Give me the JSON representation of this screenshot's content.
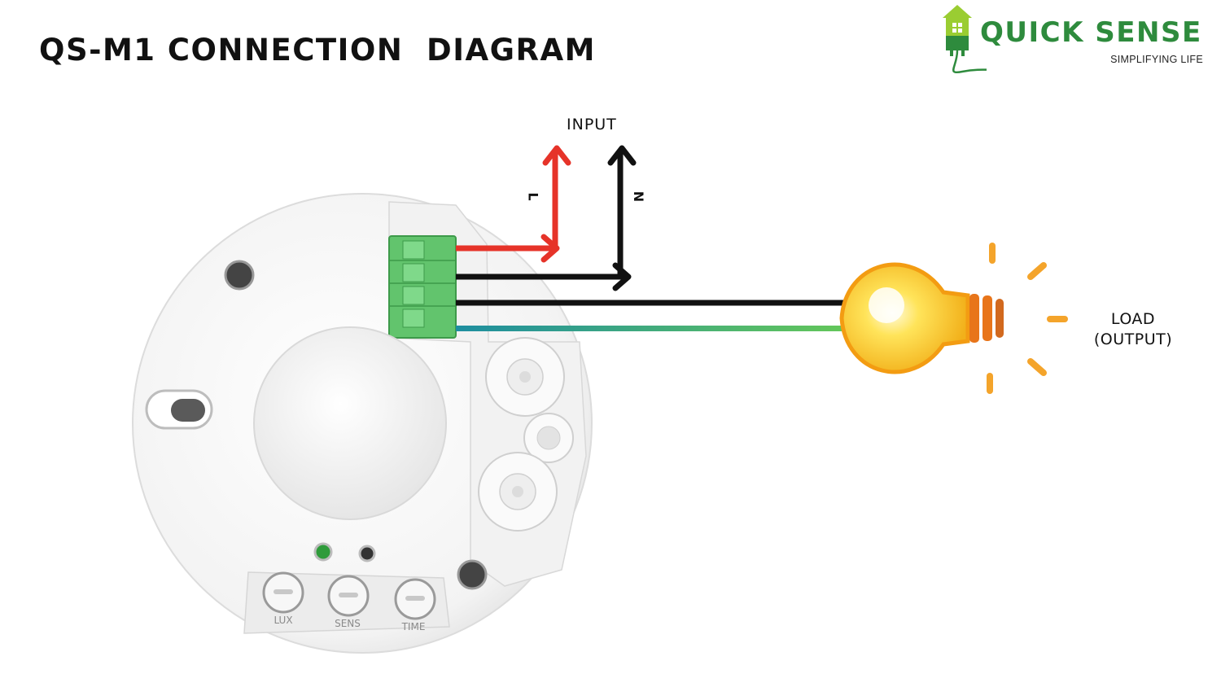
{
  "title": "QS-M1 CONNECTION  DIAGRAM",
  "logo": {
    "name": "QUICK SENSE",
    "tagline": "SIMPLIFYING LIFE"
  },
  "labels": {
    "input": "INPUT",
    "live": "L",
    "neutral": "N",
    "load": "LOAD",
    "load_sub": "(OUTPUT)"
  },
  "knobs": [
    "LUX",
    "SENS",
    "TIME"
  ],
  "colors": {
    "live": "#e63329",
    "neutral": "#111111",
    "load_wire_start": "#1e8ea0",
    "load_wire_end": "#6fd04e",
    "terminal": "#62c46d",
    "bulb": "#f7c61c",
    "bulb_rays": "#f4a42b",
    "bulb_base": "#e8751a",
    "brand": "#2e8b3d"
  }
}
